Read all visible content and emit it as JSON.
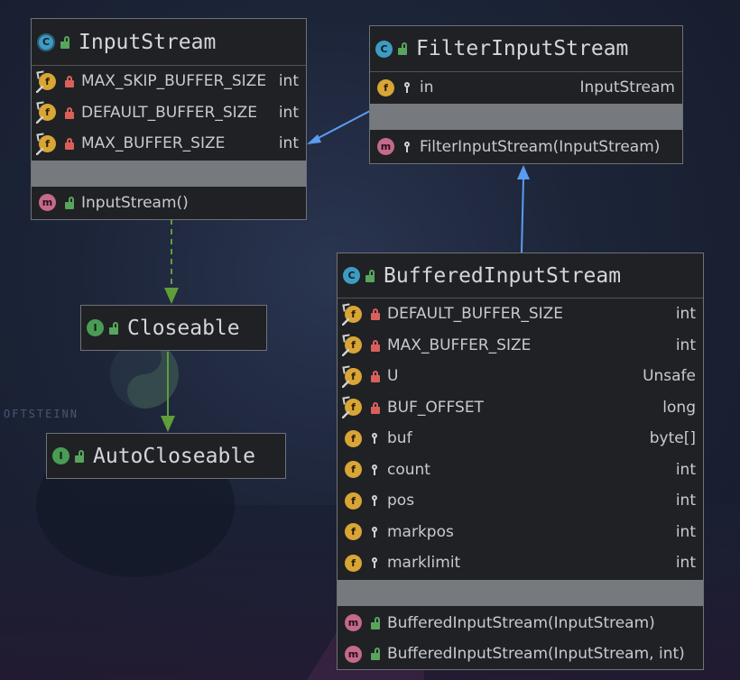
{
  "background": {
    "watermark": "OFTSTEINN"
  },
  "colors": {
    "inheritance_arrow": "#5a9cf0",
    "implements_arrow": "#5f9e3a",
    "class_badge": "#3e9bc2",
    "interface_badge": "#499c54",
    "field_badge": "#d8a536",
    "method_badge": "#c46a8a",
    "private_lock": "#d9605a",
    "public_lock": "#57a55c"
  },
  "diagram": {
    "input_stream": {
      "kind": "C",
      "title": "InputStream",
      "fields": [
        {
          "badge": "f",
          "name": "MAX_SKIP_BUFFER_SIZE",
          "type": "int",
          "visibility": "private-lock-icon"
        },
        {
          "badge": "f",
          "name": "DEFAULT_BUFFER_SIZE",
          "type": "int",
          "visibility": "private-lock-icon"
        },
        {
          "badge": "f",
          "name": "MAX_BUFFER_SIZE",
          "type": "int",
          "visibility": "private-lock-icon"
        }
      ],
      "methods": [
        {
          "badge": "m",
          "name": "InputStream()",
          "visibility": "public-lock-icon"
        }
      ]
    },
    "filter_input_stream": {
      "kind": "C",
      "title": "FilterInputStream",
      "fields": [
        {
          "badge": "f",
          "name": "in",
          "type": "InputStream",
          "visibility": "protected-key-icon"
        }
      ],
      "methods": [
        {
          "badge": "m",
          "name": "FilterInputStream(InputStream)",
          "visibility": "protected-key-icon"
        }
      ]
    },
    "closeable": {
      "kind": "I",
      "title": "Closeable"
    },
    "auto_closeable": {
      "kind": "I",
      "title": "AutoCloseable"
    },
    "buffered_input_stream": {
      "kind": "C",
      "title": "BufferedInputStream",
      "fields": [
        {
          "badge": "f",
          "name": "DEFAULT_BUFFER_SIZE",
          "type": "int",
          "visibility": "private-lock-icon"
        },
        {
          "badge": "f",
          "name": "MAX_BUFFER_SIZE",
          "type": "int",
          "visibility": "private-lock-icon"
        },
        {
          "badge": "f",
          "name": "U",
          "type": "Unsafe",
          "visibility": "private-lock-icon"
        },
        {
          "badge": "f",
          "name": "BUF_OFFSET",
          "type": "long",
          "visibility": "private-lock-icon"
        },
        {
          "badge": "f",
          "name": "buf",
          "type": "byte[]",
          "visibility": "protected-key-icon"
        },
        {
          "badge": "f",
          "name": "count",
          "type": "int",
          "visibility": "protected-key-icon"
        },
        {
          "badge": "f",
          "name": "pos",
          "type": "int",
          "visibility": "protected-key-icon"
        },
        {
          "badge": "f",
          "name": "markpos",
          "type": "int",
          "visibility": "protected-key-icon"
        },
        {
          "badge": "f",
          "name": "marklimit",
          "type": "int",
          "visibility": "protected-key-icon"
        }
      ],
      "methods": [
        {
          "badge": "m",
          "name": "BufferedInputStream(InputStream)",
          "visibility": "public-lock-icon"
        },
        {
          "badge": "m",
          "name": "BufferedInputStream(InputStream, int)",
          "visibility": "public-lock-icon"
        }
      ]
    }
  }
}
